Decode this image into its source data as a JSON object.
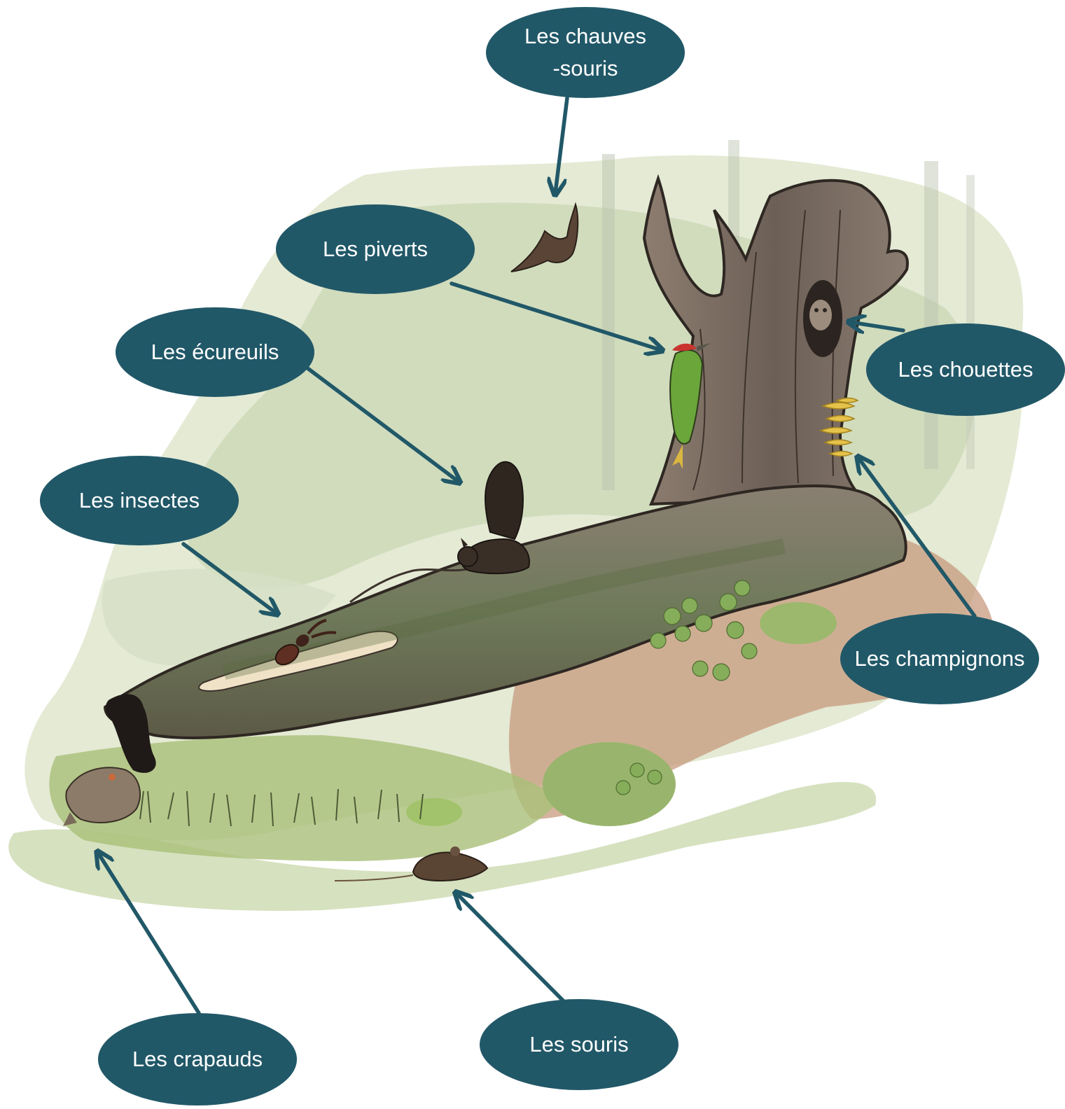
{
  "labels": {
    "chauves_souris": "Les chauves\n-souris",
    "piverts": "Les piverts",
    "ecureuils": "Les écureuils",
    "insectes": "Les insectes",
    "chouettes": "Les chouettes",
    "champignons": "Les champignons",
    "crapauds": "Les crapauds",
    "souris": "Les souris"
  },
  "colors": {
    "bubble": "#215868",
    "label_text": "#ffffff",
    "arrow": "#215868"
  }
}
